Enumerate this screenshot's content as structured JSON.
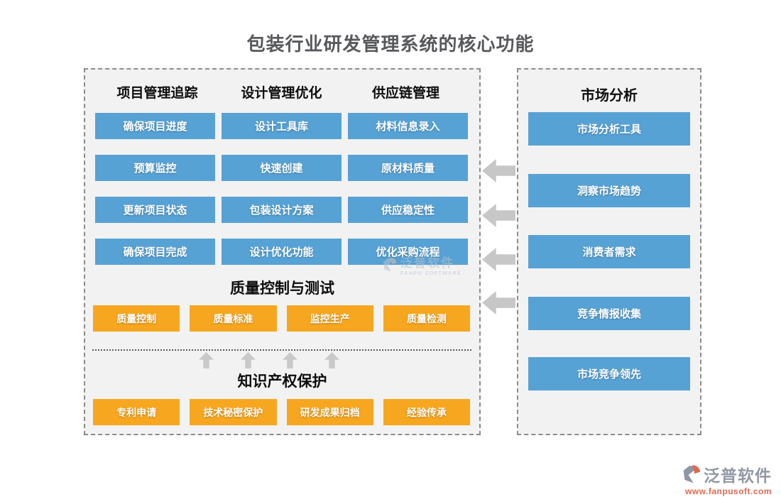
{
  "title": "包装行业研发管理系统的核心功能",
  "left_panel": {
    "columns": [
      {
        "header": "项目管理追踪",
        "items": [
          "确保项目进度",
          "预算监控",
          "更新项目状态",
          "确保项目完成"
        ]
      },
      {
        "header": "设计管理优化",
        "items": [
          "设计工具库",
          "快速创建",
          "包装设计方案",
          "设计优化功能"
        ]
      },
      {
        "header": "供应链管理",
        "items": [
          "材料信息录入",
          "原材料质量",
          "供应稳定性",
          "优化采购流程"
        ]
      }
    ],
    "quality_section": {
      "header": "质量控制与测试",
      "items": [
        "质量控制",
        "质量标准",
        "监控生产",
        "质量检测"
      ]
    },
    "ip_section": {
      "header": "知识产权保护",
      "items": [
        "专利申请",
        "技术秘密保护",
        "研发成果归档",
        "经验传承"
      ]
    }
  },
  "right_panel": {
    "header": "市场分析",
    "items": [
      "市场分析工具",
      "洞察市场趋势",
      "消费者需求",
      "竞争情报收集",
      "市场竞争领先"
    ]
  },
  "center_watermark": {
    "brand": "泛普软件",
    "subtitle": "FANPU SOFTWARE"
  },
  "footer_logo": {
    "brand": "泛普软件",
    "url": "www.fanpusoft.com"
  },
  "colors": {
    "primary_blue": "#57a2d5",
    "accent_orange": "#f7a71f",
    "arrow_gray": "#c7c7c7",
    "panel_background": "#f2f2f2",
    "title_gray": "#57595c",
    "logo_url_red": "#de6950"
  }
}
